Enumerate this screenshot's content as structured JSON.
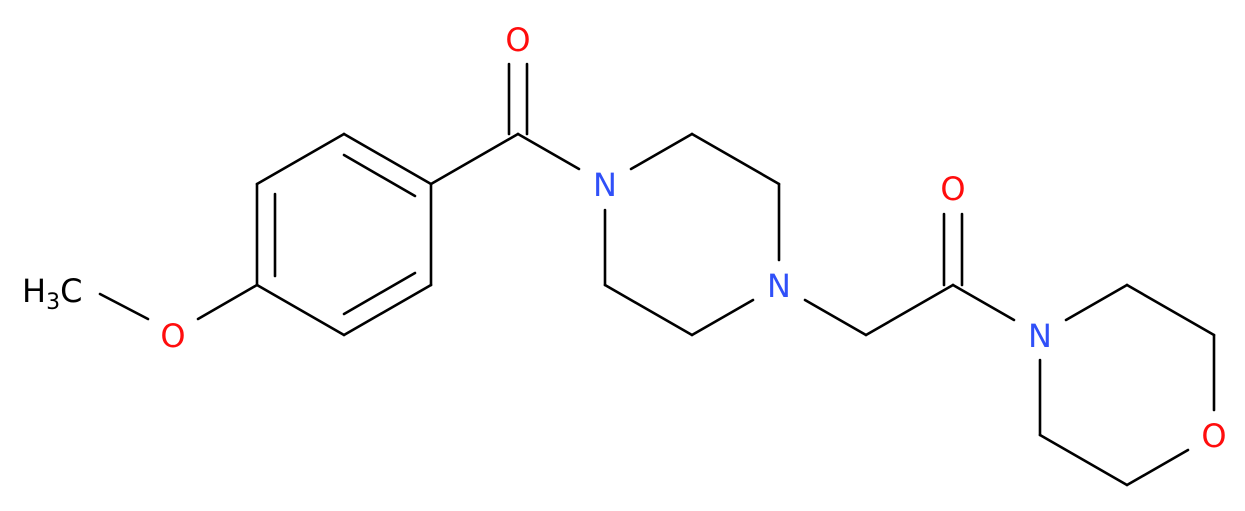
{
  "molecule": {
    "colors": {
      "bond": "#000000",
      "carbon": "#000000",
      "oxygen": "#ff0d0d",
      "nitrogen": "#3050f8",
      "background": "#ffffff"
    },
    "atom_labels": {
      "methyl": {
        "main": "H",
        "subscript": "3",
        "suffix": "C",
        "element": "C"
      },
      "methoxy_oxygen": {
        "text": "O",
        "element": "O"
      },
      "carbonyl_oxygen_1": {
        "text": "O",
        "element": "O"
      },
      "piperazine_n1": {
        "text": "N",
        "element": "N"
      },
      "piperazine_n4": {
        "text": "N",
        "element": "N"
      },
      "carbonyl_oxygen_2": {
        "text": "O",
        "element": "O"
      },
      "morpholine_n": {
        "text": "N",
        "element": "N"
      },
      "morpholine_o": {
        "text": "O",
        "element": "O"
      }
    }
  }
}
